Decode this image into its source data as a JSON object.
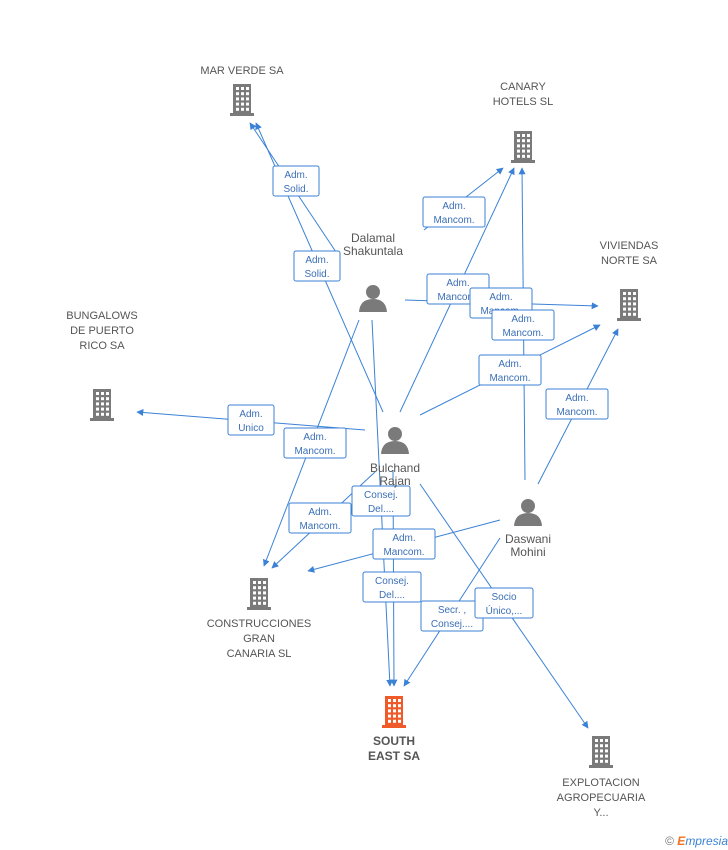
{
  "colors": {
    "company": "#7a7a7a",
    "main_company": "#f05a28",
    "person": "#7a7a7a",
    "edge": "#3b82d6"
  },
  "nodes": [
    {
      "id": "mar_verde",
      "type": "company",
      "lines": [
        "MAR VERDE SA"
      ]
    },
    {
      "id": "canary",
      "type": "company",
      "lines": [
        "CANARY",
        "HOTELS SL"
      ]
    },
    {
      "id": "viviendas",
      "type": "company",
      "lines": [
        "VIVIENDAS",
        "NORTE SA"
      ]
    },
    {
      "id": "bungalows",
      "type": "company",
      "lines": [
        "BUNGALOWS",
        "DE PUERTO",
        "RICO SA"
      ]
    },
    {
      "id": "construcciones",
      "type": "company",
      "lines": [
        "CONSTRUCCIONES",
        "GRAN",
        "CANARIA SL"
      ]
    },
    {
      "id": "south_east",
      "type": "main",
      "lines": [
        "SOUTH",
        "EAST SA"
      ]
    },
    {
      "id": "explotacion",
      "type": "company",
      "lines": [
        "EXPLOTACION",
        "AGROPECUARIA",
        "Y..."
      ]
    },
    {
      "id": "dalamal",
      "type": "person",
      "lines": [
        "Dalamal",
        "Shakuntala"
      ]
    },
    {
      "id": "bulchand",
      "type": "person",
      "lines": [
        "Bulchand",
        "Rajan"
      ]
    },
    {
      "id": "daswani",
      "type": "person",
      "lines": [
        "Daswani",
        "Mohini"
      ]
    }
  ],
  "edge_labels": [
    [
      "Adm.",
      "Solid."
    ],
    [
      "Adm.",
      "Solid."
    ],
    [
      "Adm.",
      "Mancom."
    ],
    [
      "Adm.",
      "Mancom."
    ],
    [
      "Adm.",
      "Mancom."
    ],
    [
      "Adm.",
      "Mancom."
    ],
    [
      "Adm.",
      "Mancom."
    ],
    [
      "Adm.",
      "Mancom."
    ],
    [
      "Adm.",
      "Unico"
    ],
    [
      "Adm.",
      "Mancom."
    ],
    [
      "Adm.",
      "Mancom."
    ],
    [
      "Consej.",
      "Del...."
    ],
    [
      "Adm.",
      "Mancom."
    ],
    [
      "Consej.",
      "Del...."
    ],
    [
      "Secr. ,",
      "Consej...."
    ],
    [
      "Socio",
      "Único,..."
    ]
  ],
  "footer": {
    "copyright": "©",
    "brand_first": "E",
    "brand_rest": "mpresia"
  }
}
